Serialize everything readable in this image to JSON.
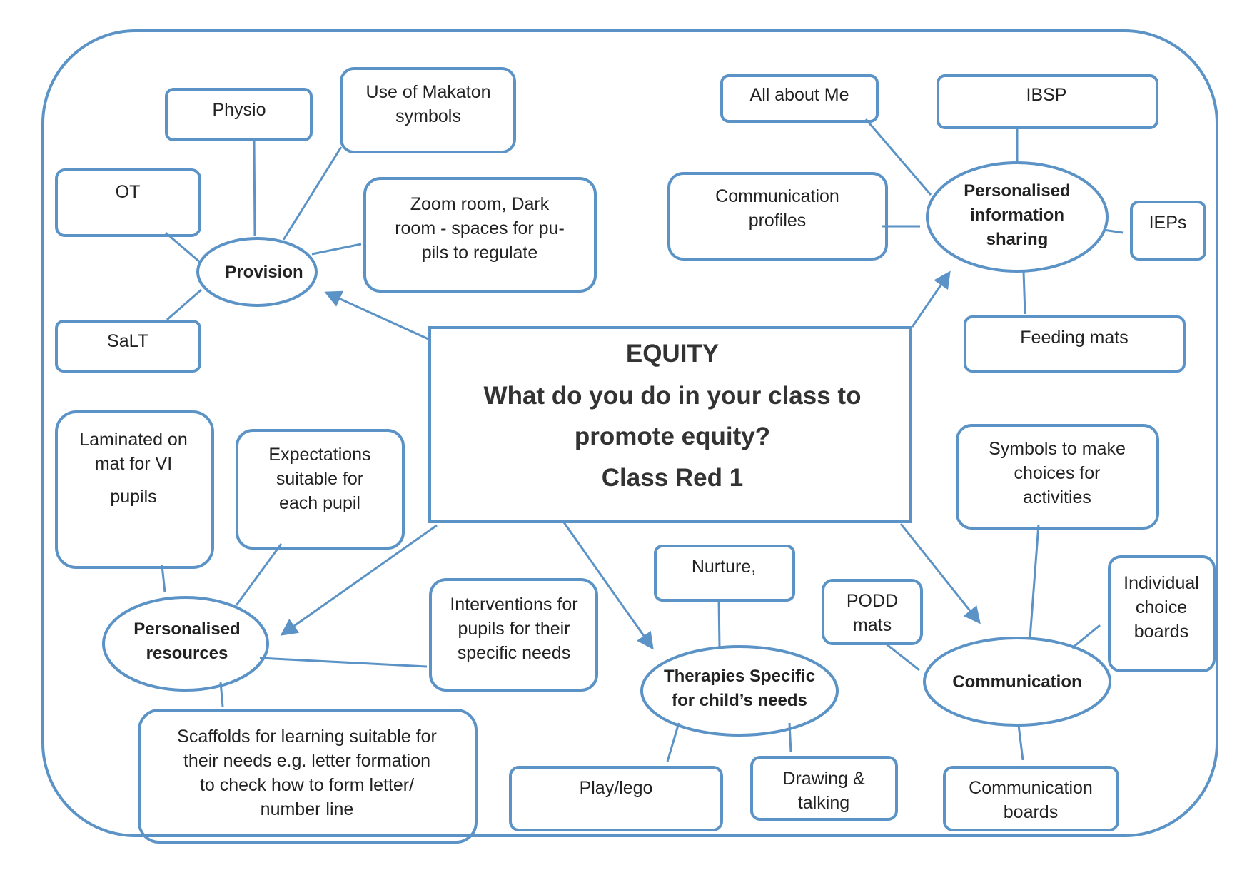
{
  "colors": {
    "stroke": "#5b93c6",
    "text": "#222222",
    "background": "#ffffff"
  },
  "center": {
    "title": "EQUITY",
    "question_line1": "What do you do in your class to",
    "question_line2": "promote equity?",
    "class_name": "Class Red 1"
  },
  "provision": {
    "label": "Provision",
    "physio": "Physio",
    "makaton_line1": "Use of  Makaton",
    "makaton_line2": "symbols",
    "ot": "OT",
    "zoom_line1": "Zoom room, Dark",
    "zoom_line2": "room - spaces for pu-",
    "zoom_line3": "pils to regulate",
    "salt": "SaLT"
  },
  "info_sharing": {
    "label_line1": "Personalised",
    "label_line2": "information",
    "label_line3": "sharing",
    "all_about_me": "All about Me",
    "ibsp": "IBSP",
    "comm_profiles_line1": "Communication",
    "comm_profiles_line2": "profiles",
    "ieps": "IEPs",
    "feeding_mats": "Feeding mats"
  },
  "resources": {
    "label_line1": "Personalised",
    "label_line2": "resources",
    "laminated_line1": "Laminated on",
    "laminated_line2": "mat for VI",
    "laminated_line3": "pupils",
    "expectations_line1": "Expectations",
    "expectations_line2": "suitable for",
    "expectations_line3": "each pupil",
    "interventions_line1": "Interventions for",
    "interventions_line2": "pupils for their",
    "interventions_line3": "specific needs",
    "scaffolds_line1": "Scaffolds for learning suitable for",
    "scaffolds_line2": "their needs e.g. letter formation",
    "scaffolds_line3": "to check how to form letter/",
    "scaffolds_line4": "number line"
  },
  "therapies": {
    "label_line1": "Therapies Specific",
    "label_line2": "for child’s needs",
    "nurture": "Nurture,",
    "play": "Play/lego",
    "drawing_line1": "Drawing &",
    "drawing_line2": "talking"
  },
  "communication": {
    "label": "Communication",
    "symbols_line1": "Symbols to make",
    "symbols_line2": "choices for",
    "symbols_line3": "activities",
    "podd_line1": "PODD",
    "podd_line2": "mats",
    "choice_line1": "Individual",
    "choice_line2": "choice",
    "choice_line3": "boards",
    "boards_line1": "Communication",
    "boards_line2": "boards"
  }
}
